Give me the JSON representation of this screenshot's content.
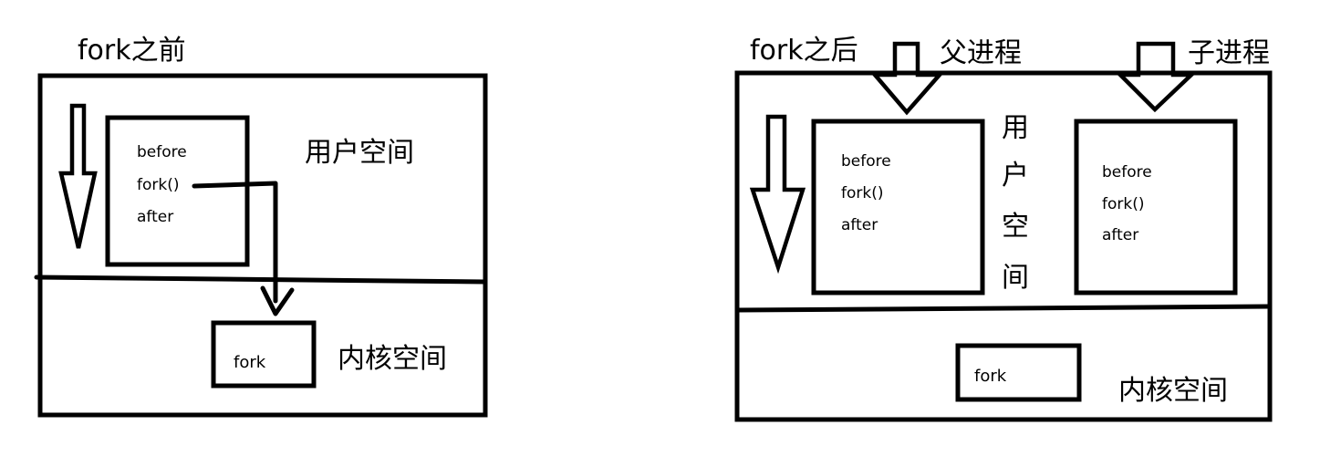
{
  "before_diagram": {
    "title": "fork之前",
    "user_space_label": "用户空间",
    "kernel_space_label": "内核空间",
    "code_lines": [
      "before",
      "fork()",
      "after"
    ],
    "kernel_box_label": "fork"
  },
  "after_diagram": {
    "title": "fork之后",
    "parent_label": "父进程",
    "child_label": "子进程",
    "user_space_chars": [
      "用",
      "户",
      "空",
      "间"
    ],
    "kernel_space_label": "内核空间",
    "parent_code_lines": [
      "before",
      "fork()",
      "after"
    ],
    "child_code_lines": [
      "before",
      "fork()",
      "after"
    ],
    "kernel_box_label": "fork"
  }
}
